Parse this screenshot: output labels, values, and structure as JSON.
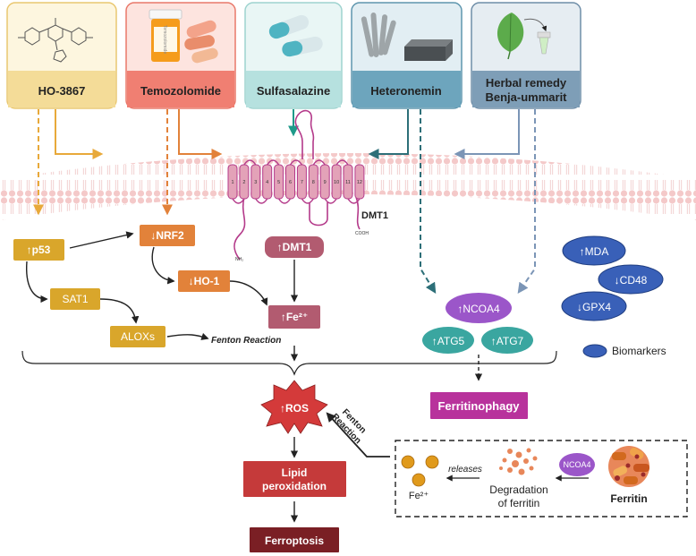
{
  "drugs": [
    {
      "label": "HO-3867",
      "bg": "#f4dc98",
      "card": "#fdf6df",
      "border": "#e9c770"
    },
    {
      "label": "Temozolomide",
      "bg": "#f07f72",
      "card": "#fde4df",
      "border": "#e9786a"
    },
    {
      "label": "Sulfasalazine",
      "bg": "#b6e1df",
      "card": "#e9f6f5",
      "border": "#9ed3cf"
    },
    {
      "label": "Heteronemin",
      "bg": "#6da5bd",
      "card": "#e2eef3",
      "border": "#5e96ae"
    },
    {
      "label_line1": "Herbal remedy",
      "label_line2": "Benja-ummarit",
      "bg": "#7e9eb7",
      "card": "#e6edf2",
      "border": "#6f8ea8"
    }
  ],
  "pills_label": "Temozolomide",
  "membrane": {
    "protein_label": "DMT1",
    "helix_numbers": [
      "1",
      "2",
      "3",
      "4",
      "5",
      "6",
      "7",
      "8",
      "9",
      "10",
      "11",
      "12"
    ],
    "n_term": "NH₂",
    "c_term": "COOH",
    "color": "#e3a2b8"
  },
  "boxes": {
    "p53": "↑p53",
    "nrf2": "↓NRF2",
    "sat1": "SAT1",
    "ho1": "↓HO-1",
    "alox": "ALOXs",
    "dmt1": "↑DMT1",
    "fe": "↑Fe²⁺",
    "fenton": "Fenton Reaction",
    "ncoa4": "↑NCOA4",
    "atg5": "↑ATG5",
    "atg7": "↑ATG7",
    "ferritinophagy": "Ferritinophagy",
    "ros": "↑ROS",
    "fenton2_line1": "Fenton",
    "fenton2_line2": "Reaction",
    "lipid_line1": "Lipid",
    "lipid_line2": "peroxidation",
    "ferroptosis": "Ferroptosis"
  },
  "biomarkers": {
    "mda": "↑MDA",
    "cd48": "↓CD48",
    "gpx4": "↓GPX4",
    "legend": "Biomarkers"
  },
  "ferritin_box": {
    "fe": "Fe²⁺",
    "releases": "releases",
    "degradation_line1": "Degradation",
    "degradation_line2": "of ferritin",
    "ncoa4": "NCOA4",
    "ferritin": "Ferritin"
  },
  "colors": {
    "gold": "#d9a62b",
    "orange": "#e2823a",
    "mauve": "#b25b70",
    "teal": "#3aa6a0",
    "purple": "#9b56c9",
    "magenta": "#b8329c",
    "blue": "#3960b8",
    "red": "#c53a3a",
    "darkred": "#7a1f24"
  }
}
